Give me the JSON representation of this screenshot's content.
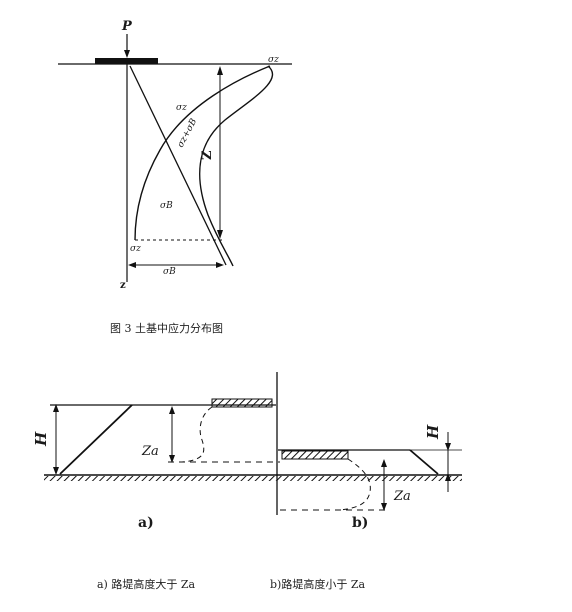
{
  "figure1": {
    "caption": "图 3 土基中应力分布图",
    "labels": {
      "load": "P",
      "sigma_z_top": "σz",
      "sigma_z": "σz",
      "sigma_z_plus_sigma_B": "σz+σB",
      "depth": "Z",
      "sigma_B": "σB",
      "sigma_z_bottom": "σz",
      "sigma_B_bottom": "σB",
      "z_axis": "z"
    }
  },
  "figure2": {
    "labels": {
      "left_height": "H",
      "left_depth": "Za",
      "right_height": "H",
      "right_depth": "Za",
      "panel_a": "a)",
      "panel_b": "b)"
    },
    "captions": {
      "a": "a) 路堤高度大于 Za",
      "b": "b)路堤高度小于 Za"
    }
  }
}
